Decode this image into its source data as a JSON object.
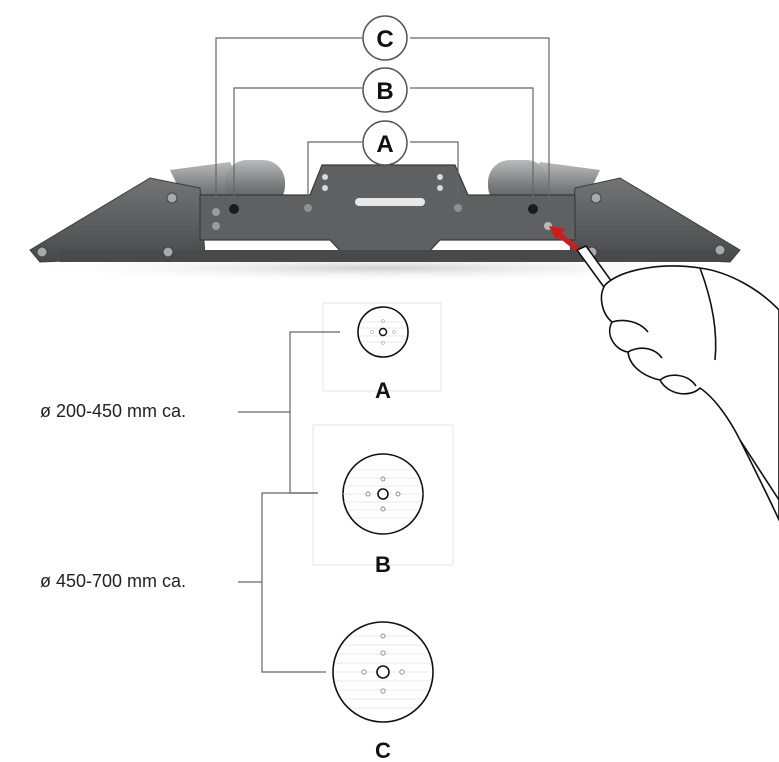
{
  "positions": {
    "top_a": "A",
    "top_b": "B",
    "top_c": "C"
  },
  "reels": {
    "a_label": "A",
    "b_label": "B",
    "c_label": "C"
  },
  "ranges": {
    "small": "ø 200-450 mm ca.",
    "large": "ø 450-700 mm ca."
  },
  "colors": {
    "frame": "#5d5f61",
    "frame_dark": "#3f4143",
    "roller": "#8d9092",
    "line": "#555555",
    "arrow": "#d11a1a"
  },
  "icons": [
    "hand-with-pen-icon",
    "red-arrow-icon"
  ]
}
